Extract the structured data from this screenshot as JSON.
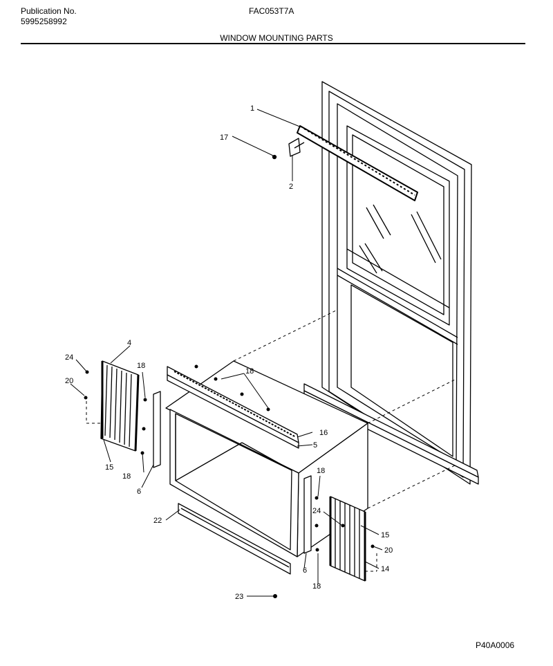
{
  "header": {
    "publication_label": "Publication No.",
    "publication_number": "5995258992",
    "model": "FAC053T7A",
    "section_title": "WINDOW MOUNTING PARTS"
  },
  "figure_id": "P40A0006",
  "callouts": [
    {
      "id": "c1",
      "text": "1"
    },
    {
      "id": "c17",
      "text": "17"
    },
    {
      "id": "c2",
      "text": "2"
    },
    {
      "id": "c4",
      "text": "4"
    },
    {
      "id": "c24a",
      "text": "24"
    },
    {
      "id": "c20a",
      "text": "20"
    },
    {
      "id": "c18a",
      "text": "18"
    },
    {
      "id": "c18b",
      "text": "18"
    },
    {
      "id": "c15a",
      "text": "15"
    },
    {
      "id": "c6a",
      "text": "6"
    },
    {
      "id": "c18c",
      "text": "18"
    },
    {
      "id": "c16",
      "text": "16"
    },
    {
      "id": "c5",
      "text": "5"
    },
    {
      "id": "c22",
      "text": "22"
    },
    {
      "id": "c18d",
      "text": "18"
    },
    {
      "id": "c24b",
      "text": "24"
    },
    {
      "id": "c15b",
      "text": "15"
    },
    {
      "id": "c20b",
      "text": "20"
    },
    {
      "id": "c14",
      "text": "14"
    },
    {
      "id": "c6b",
      "text": "6"
    },
    {
      "id": "c18e",
      "text": "18"
    },
    {
      "id": "c23",
      "text": "23"
    }
  ]
}
